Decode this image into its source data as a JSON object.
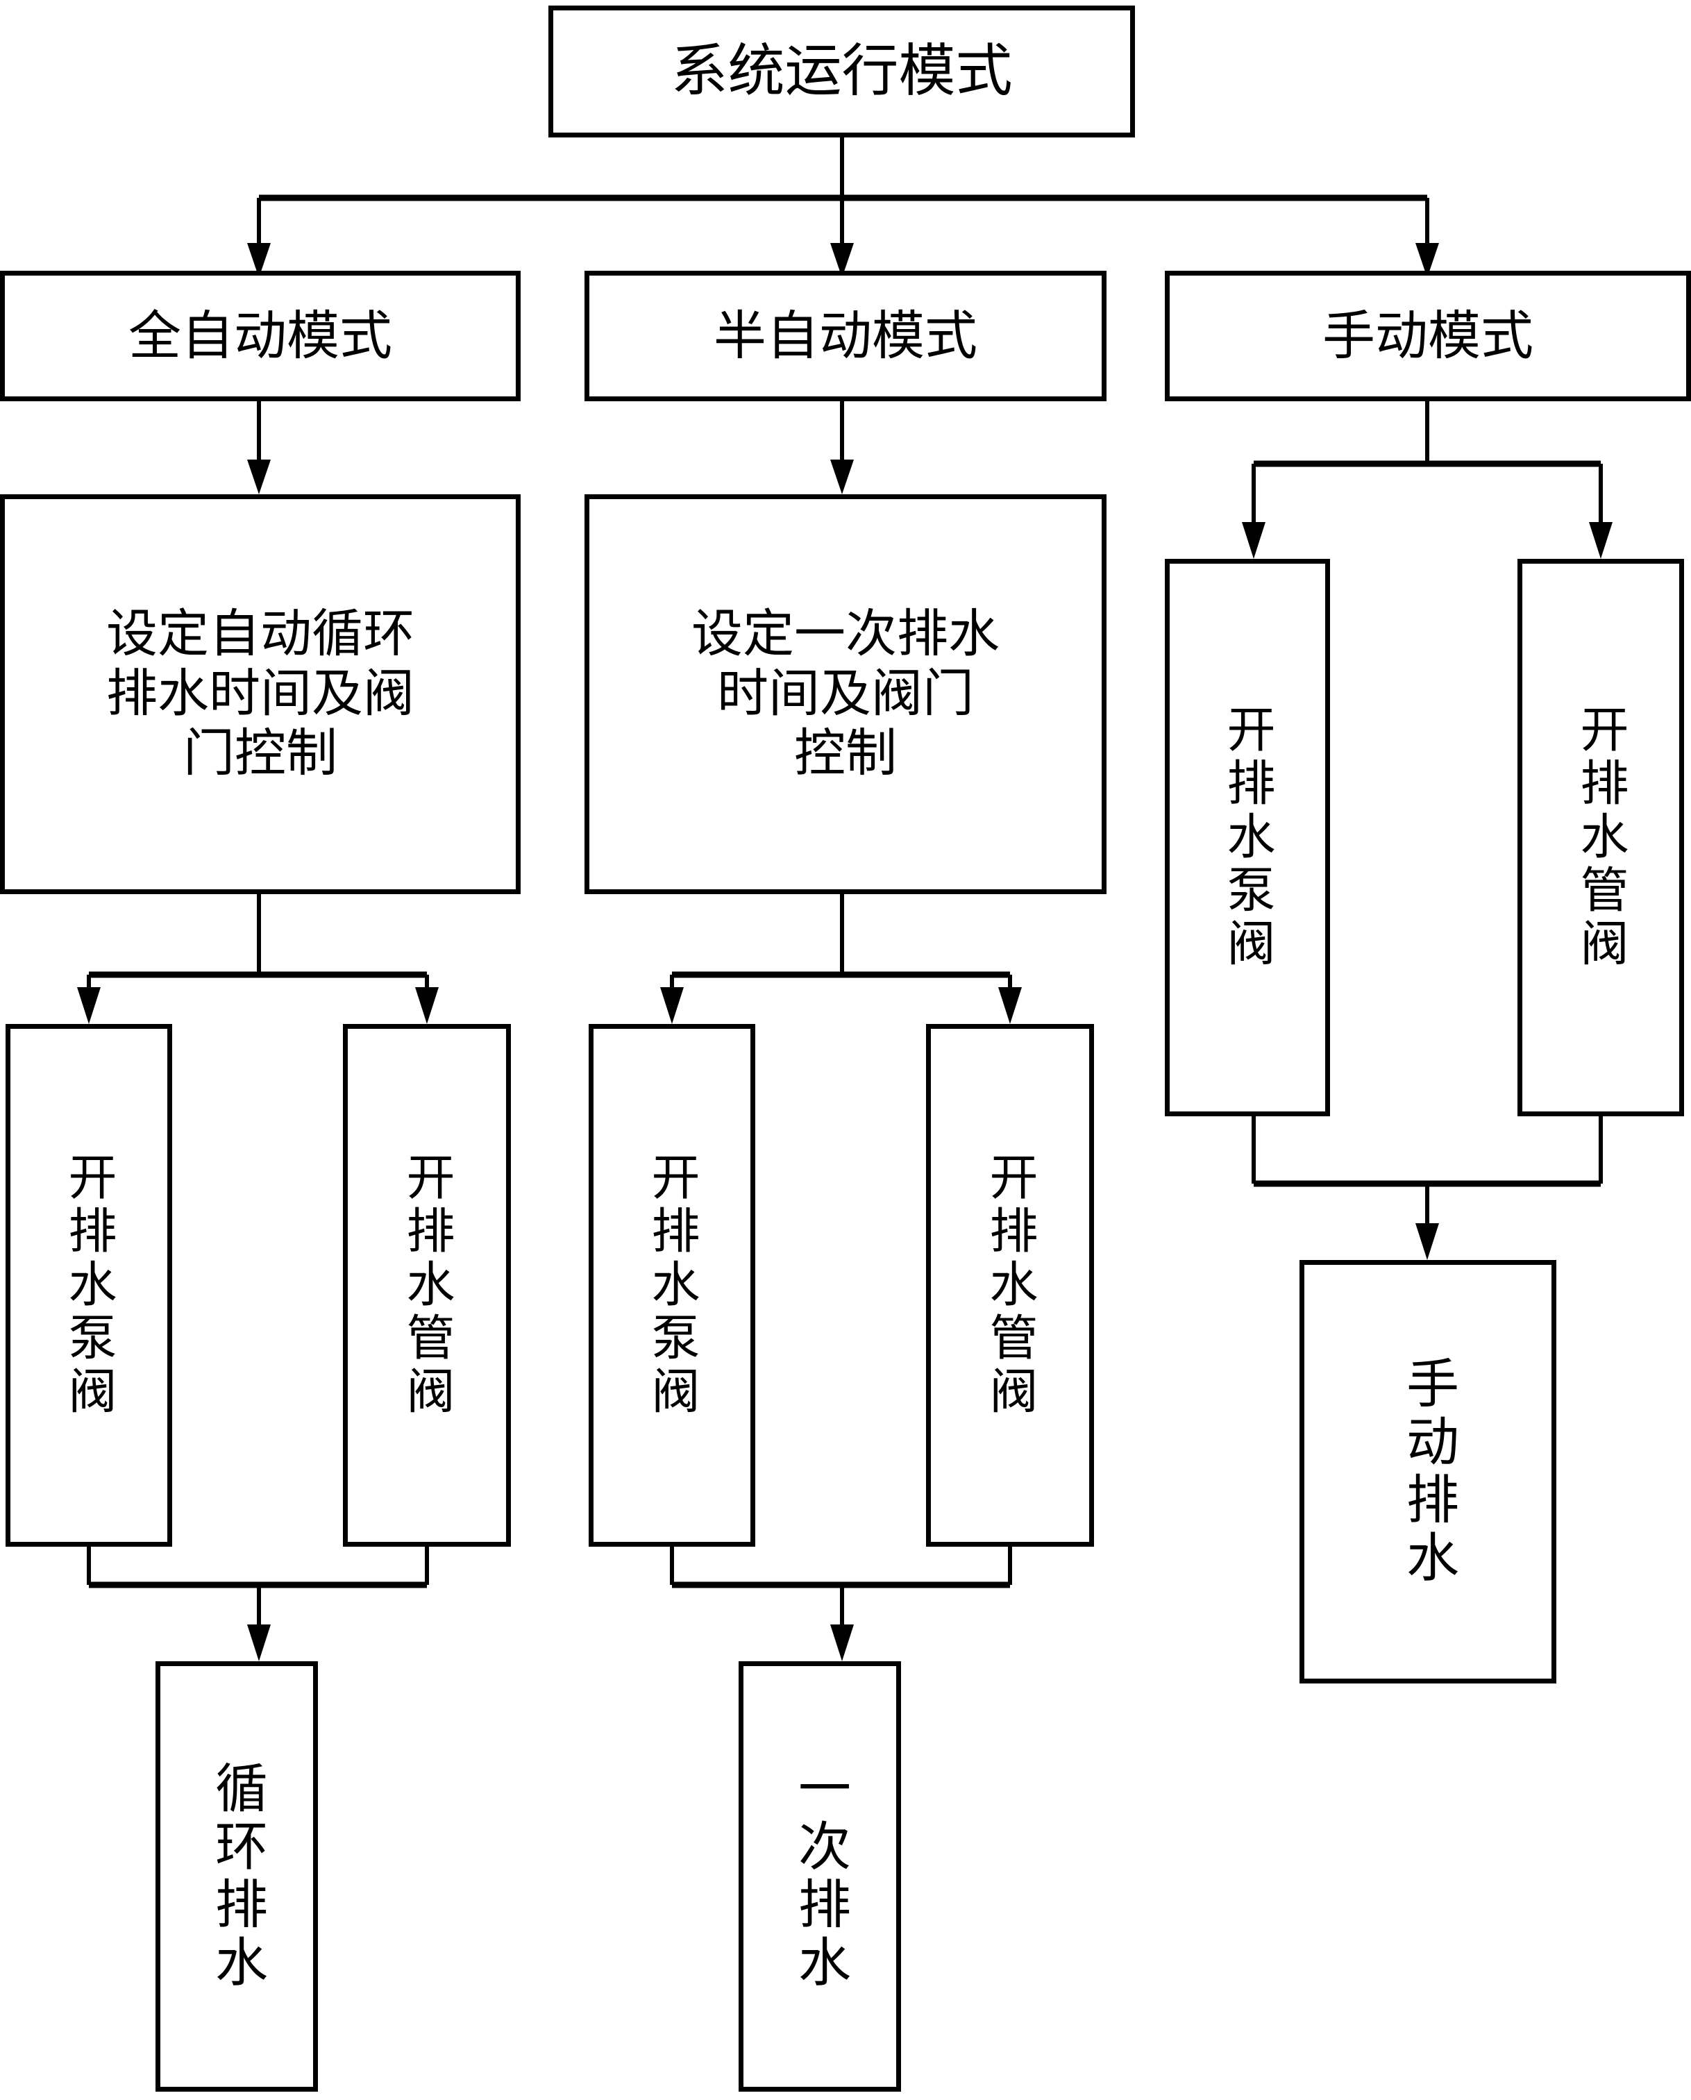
{
  "diagram": {
    "title": "系统运行模式流程图",
    "line_color": "#000000",
    "box_fill": "#ffffff",
    "nodes": {
      "root": {
        "label": "系统运行模式"
      },
      "mode_auto": {
        "label": "全自动模式"
      },
      "mode_semi": {
        "label": "半自动模式"
      },
      "mode_manual": {
        "label": "手动模式"
      },
      "auto_setting": {
        "label": "设定自动循环\n排水时间及阀\n门控制"
      },
      "semi_setting": {
        "label": "设定一次排水\n时间及阀门\n控制"
      },
      "auto_pump_valve": {
        "label": "开排水泵阀"
      },
      "auto_pipe_valve": {
        "label": "开排水管阀"
      },
      "semi_pump_valve": {
        "label": "开排水泵阀"
      },
      "semi_pipe_valve": {
        "label": "开排水管阀"
      },
      "manual_pump_valve": {
        "label": "开排水泵阀"
      },
      "manual_pipe_valve": {
        "label": "开排水管阀"
      },
      "result_cycle": {
        "label": "循环排水"
      },
      "result_once": {
        "label": "一次排水"
      },
      "result_manual": {
        "label": "手动排水"
      }
    },
    "edges": [
      {
        "from": "root",
        "to": "mode_auto"
      },
      {
        "from": "root",
        "to": "mode_semi"
      },
      {
        "from": "root",
        "to": "mode_manual"
      },
      {
        "from": "mode_auto",
        "to": "auto_setting"
      },
      {
        "from": "mode_semi",
        "to": "semi_setting"
      },
      {
        "from": "mode_manual",
        "to": "manual_pump_valve"
      },
      {
        "from": "mode_manual",
        "to": "manual_pipe_valve"
      },
      {
        "from": "auto_setting",
        "to": "auto_pump_valve"
      },
      {
        "from": "auto_setting",
        "to": "auto_pipe_valve"
      },
      {
        "from": "semi_setting",
        "to": "semi_pump_valve"
      },
      {
        "from": "semi_setting",
        "to": "semi_pipe_valve"
      },
      {
        "from": "auto_pump_valve",
        "to": "result_cycle"
      },
      {
        "from": "auto_pipe_valve",
        "to": "result_cycle"
      },
      {
        "from": "semi_pump_valve",
        "to": "result_once"
      },
      {
        "from": "semi_pipe_valve",
        "to": "result_once"
      },
      {
        "from": "manual_pump_valve",
        "to": "result_manual"
      },
      {
        "from": "manual_pipe_valve",
        "to": "result_manual"
      }
    ]
  }
}
